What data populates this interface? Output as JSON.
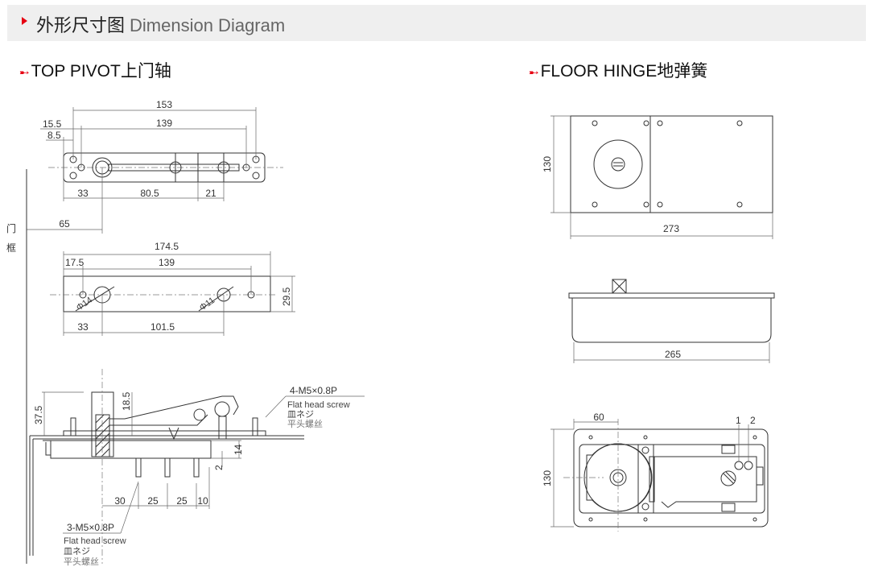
{
  "header": {
    "title_cn": "外形尺寸图",
    "title_en": "Dimension Diagram"
  },
  "sections": [
    {
      "marker": "➸",
      "title": "TOP PIVOT上门轴"
    },
    {
      "marker": "➸",
      "title": "FLOOR HINGE地弹簧"
    }
  ],
  "top_pivot": {
    "plan": {
      "d153": "153",
      "d139": "139",
      "d15_5": "15.5",
      "d8_5": "8.5",
      "d33": "33",
      "d80_5": "80.5",
      "d21": "21",
      "d65": "65"
    },
    "door_frame": [
      "门",
      "框"
    ],
    "plate": {
      "d174_5": "174.5",
      "d17_5": "17.5",
      "d139": "139",
      "d29_5": "29.5",
      "d33": "33",
      "d101_5": "101.5",
      "phi14": "Φ14",
      "phi11": "Φ11"
    },
    "side": {
      "d37_5": "37.5",
      "d18_5": "18.5",
      "d14": "14",
      "d2": "2",
      "d30": "30",
      "d25a": "25",
      "d25b": "25",
      "d10": "10",
      "screw_top": {
        "spec": "4-M5×0.8P",
        "en": "Flat head screw",
        "jp": "皿ネジ",
        "cn": "平头螺丝"
      },
      "screw_bottom": {
        "spec": "3-M5×0.8P",
        "en": "Flat head screw",
        "jp": "皿ネジ",
        "cn": "平头螺丝"
      }
    }
  },
  "floor_hinge": {
    "top": {
      "d130": "130",
      "d273": "273"
    },
    "side": {
      "d265": "265"
    },
    "bottom": {
      "d60": "60",
      "d130": "130",
      "labels": "1 2"
    }
  }
}
